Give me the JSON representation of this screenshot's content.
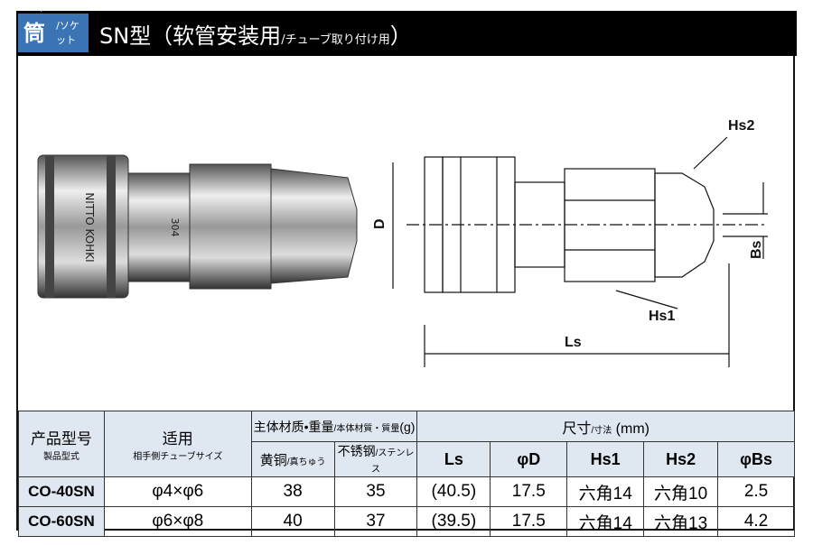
{
  "header": {
    "category": "套筒",
    "category_sub": "/ソケット",
    "title": "SN型（软管安装用",
    "title_sub": "/チューブ取り付け用",
    "title_close": "）"
  },
  "photo": {
    "marking_brand": "NITTO KOHKI",
    "marking_grade": "304"
  },
  "diagram": {
    "labels": {
      "hs2": "Hs2",
      "hs1": "Hs1",
      "d": "D",
      "bs": "Bs",
      "ls": "Ls"
    }
  },
  "table": {
    "headers": {
      "model": "产品型号",
      "model_sub": "製品型式",
      "tube": "适用",
      "tube_sub": "相手側チューブサイズ",
      "material": "主体材质•重量",
      "material_sub": "/本体材質・質量",
      "material_unit": "(g)",
      "dims": "尺寸",
      "dims_sub": "/寸法",
      "dims_unit": "(mm)",
      "brass": "黄铜",
      "brass_sub": "/真ちゅう",
      "stainless": "不锈钢",
      "stainless_sub": "/ステンレス",
      "ls": "Ls",
      "d": "φD",
      "hs1": "Hs1",
      "hs2": "Hs2",
      "bs": "φBs"
    },
    "rows": [
      {
        "model": "CO-40SN",
        "tube": "φ4×φ6",
        "brass": "38",
        "stainless": "35",
        "ls": "(40.5)",
        "d": "17.5",
        "hs1": "六角14",
        "hs2": "六角10",
        "bs": "2.5"
      },
      {
        "model": "CO-60SN",
        "tube": "φ6×φ8",
        "brass": "40",
        "stainless": "37",
        "ls": "(39.5)",
        "d": "17.5",
        "hs1": "六角14",
        "hs2": "六角13",
        "bs": "4.2"
      }
    ]
  }
}
